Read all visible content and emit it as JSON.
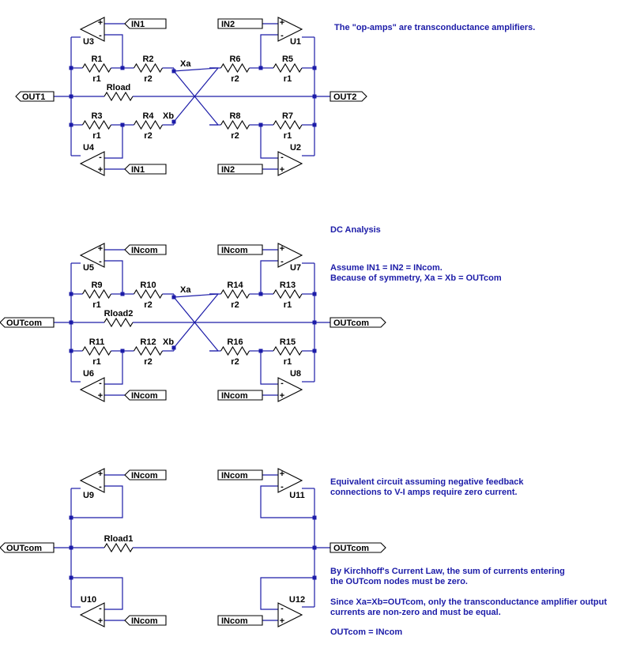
{
  "notes": {
    "opamps": "The \"op-amps\" are transconductance amplifiers.",
    "dc_title": "DC Analysis",
    "assume1": "Assume IN1 = IN2 = INcom.",
    "assume2": "Because of symmetry, Xa = Xb = OUTcom",
    "equiv1": "Equivalent circuit assuming negative feedback",
    "equiv2": "connections to V-I amps require zero current.",
    "kcl1": "By Kirchhoff's Current Law, the sum of currents entering",
    "kcl2": "the OUTcom nodes must be zero.",
    "since1": "Since Xa=Xb=OUTcom, only the transconductance amplifier output",
    "since2": "currents are non-zero and must be equal.",
    "result": "OUTcom = INcom"
  },
  "sections": [
    {
      "amps": [
        "U3",
        "U1",
        "U4",
        "U2"
      ],
      "inputs": [
        "IN1",
        "IN2",
        "IN1",
        "IN2"
      ],
      "resistors": [
        "R1",
        "R2",
        "R6",
        "R5",
        "R3",
        "R4",
        "R8",
        "R7"
      ],
      "values": [
        "r1",
        "r2",
        "r2",
        "r1",
        "r1",
        "r2",
        "r2",
        "r1"
      ],
      "load": "Rload",
      "out_left": "OUT1",
      "out_right": "OUT2",
      "node_a": "Xa",
      "node_b": "Xb"
    },
    {
      "amps": [
        "U5",
        "U7",
        "U6",
        "U8"
      ],
      "inputs": [
        "INcom",
        "INcom",
        "INcom",
        "INcom"
      ],
      "resistors": [
        "R9",
        "R10",
        "R14",
        "R13",
        "R11",
        "R12",
        "R16",
        "R15"
      ],
      "values": [
        "r1",
        "r2",
        "r2",
        "r1",
        "r1",
        "r2",
        "r2",
        "r1"
      ],
      "load": "Rload2",
      "out_left": "OUTcom",
      "out_right": "OUTcom",
      "node_a": "Xa",
      "node_b": "Xb"
    },
    {
      "amps": [
        "U9",
        "U11",
        "U10",
        "U12"
      ],
      "inputs": [
        "INcom",
        "INcom",
        "INcom",
        "INcom"
      ],
      "load": "Rload1",
      "out_left": "OUTcom",
      "out_right": "OUTcom"
    }
  ],
  "colors": {
    "wire": "#1c1ca8",
    "part": "#000000",
    "note": "#1c1ca8"
  }
}
